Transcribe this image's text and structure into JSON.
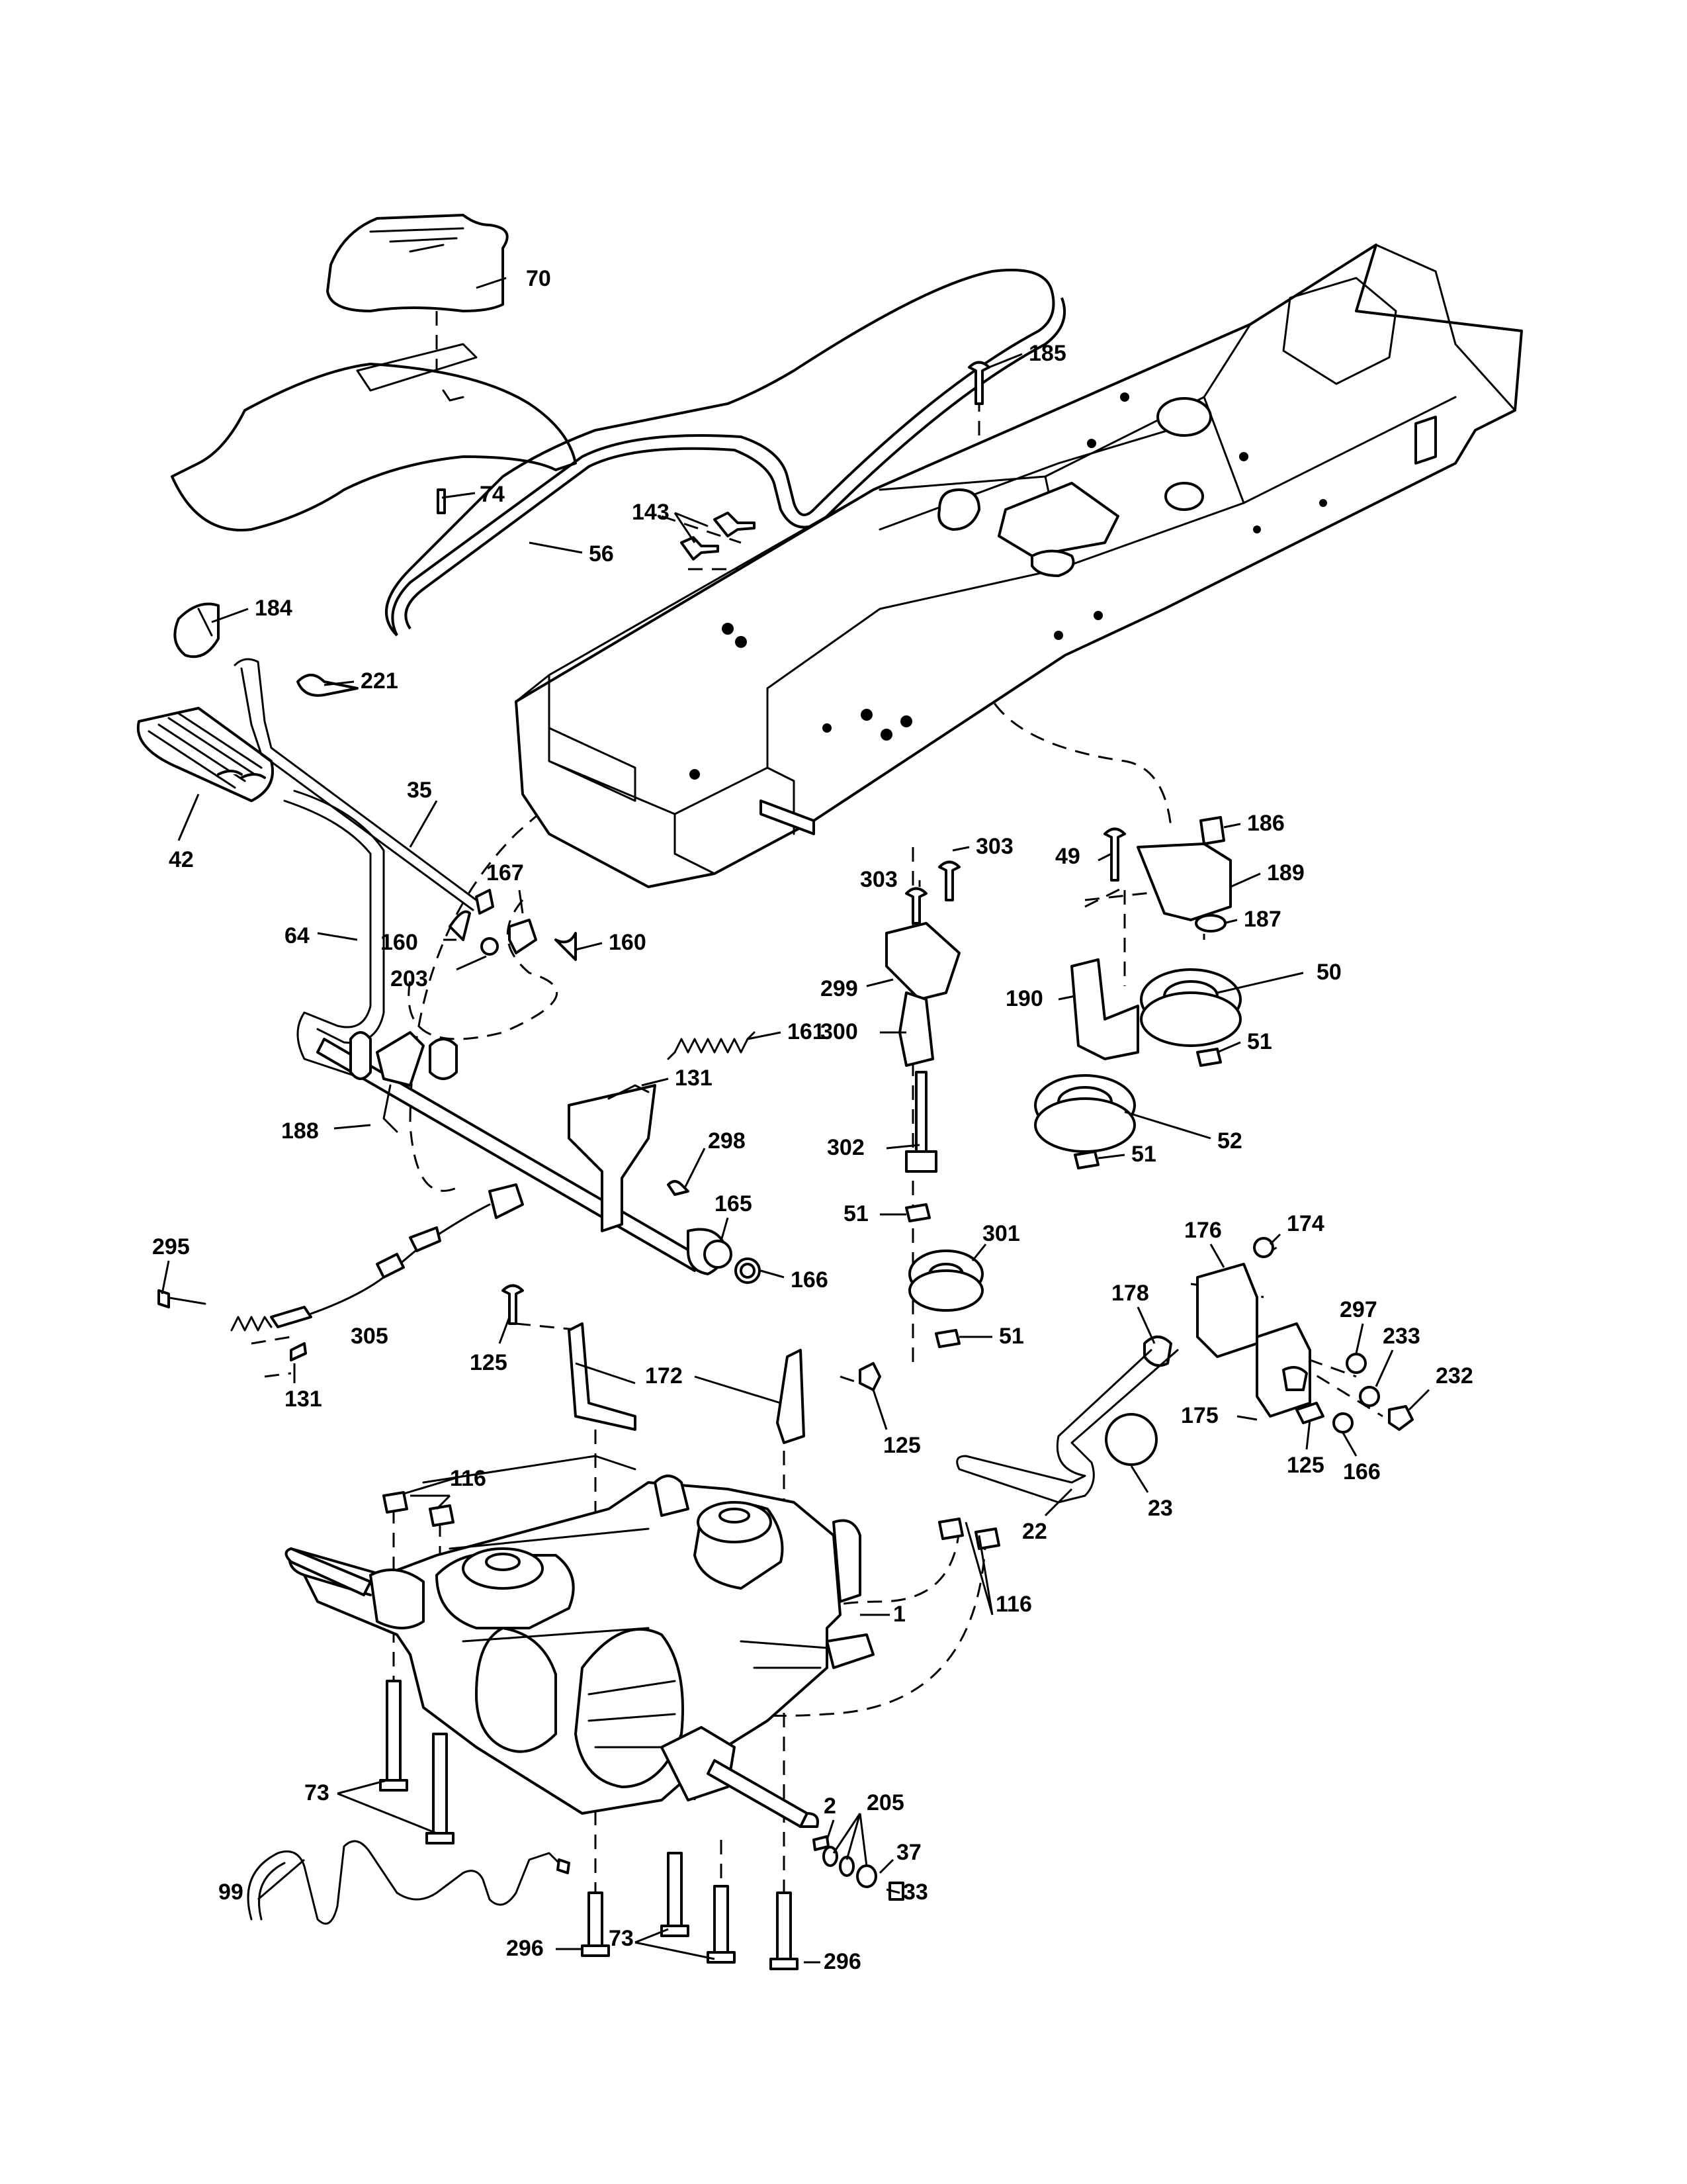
{
  "labels": [
    {
      "text": "70"
    },
    {
      "text": "74"
    },
    {
      "text": "56"
    },
    {
      "text": "185"
    },
    {
      "text": "143"
    },
    {
      "text": "184"
    },
    {
      "text": "221"
    },
    {
      "text": "35"
    },
    {
      "text": "42"
    },
    {
      "text": "64"
    },
    {
      "text": "167"
    },
    {
      "text": "160"
    },
    {
      "text": "203"
    },
    {
      "text": "160"
    },
    {
      "text": "186"
    },
    {
      "text": "303"
    },
    {
      "text": "303"
    },
    {
      "text": "49"
    },
    {
      "text": "189"
    },
    {
      "text": "187"
    },
    {
      "text": "299"
    },
    {
      "text": "190"
    },
    {
      "text": "50"
    },
    {
      "text": "161"
    },
    {
      "text": "51"
    },
    {
      "text": "300"
    },
    {
      "text": "52"
    },
    {
      "text": "51"
    },
    {
      "text": "188"
    },
    {
      "text": "131"
    },
    {
      "text": "298"
    },
    {
      "text": "302"
    },
    {
      "text": "51"
    },
    {
      "text": "165"
    },
    {
      "text": "301"
    },
    {
      "text": "176"
    },
    {
      "text": "174"
    },
    {
      "text": "295"
    },
    {
      "text": "166"
    },
    {
      "text": "178"
    },
    {
      "text": "297"
    },
    {
      "text": "305"
    },
    {
      "text": "51"
    },
    {
      "text": "233"
    },
    {
      "text": "125"
    },
    {
      "text": "172"
    },
    {
      "text": "232"
    },
    {
      "text": "131"
    },
    {
      "text": "175"
    },
    {
      "text": "125"
    },
    {
      "text": "116"
    },
    {
      "text": "23"
    },
    {
      "text": "125"
    },
    {
      "text": "166"
    },
    {
      "text": "22"
    },
    {
      "text": "1"
    },
    {
      "text": "116"
    },
    {
      "text": "73"
    },
    {
      "text": "2"
    },
    {
      "text": "205"
    },
    {
      "text": "37"
    },
    {
      "text": "99"
    },
    {
      "text": "33"
    },
    {
      "text": "296"
    },
    {
      "text": "73"
    },
    {
      "text": "296"
    }
  ]
}
